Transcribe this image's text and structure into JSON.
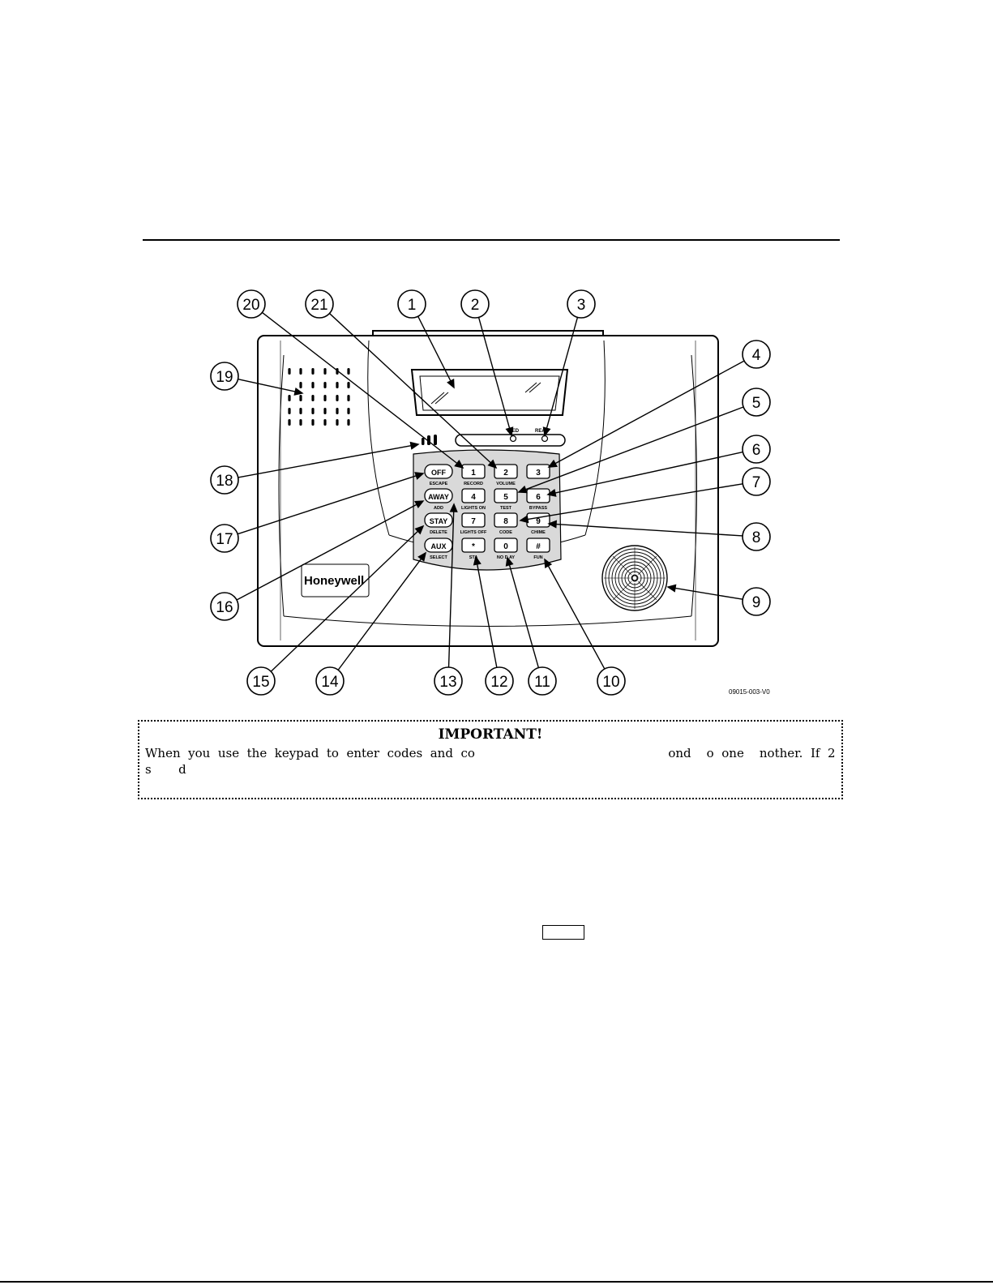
{
  "figure_id": "09015-003-V0",
  "callouts": [
    "1",
    "2",
    "3",
    "4",
    "5",
    "6",
    "7",
    "8",
    "9",
    "10",
    "11",
    "12",
    "13",
    "14",
    "15",
    "16",
    "17",
    "18",
    "19",
    "20",
    "21"
  ],
  "keypad": {
    "function_keys": [
      {
        "key": "OFF",
        "sub": "ESCAPE"
      },
      {
        "key": "AWAY",
        "sub": "ADD"
      },
      {
        "key": "STAY",
        "sub": "DELETE"
      },
      {
        "key": "AUX",
        "sub": "SELECT"
      }
    ],
    "number_keys": [
      {
        "key": "1",
        "sub": "RECORD"
      },
      {
        "key": "2",
        "sub": "VOLUME"
      },
      {
        "key": "3",
        "sub": ""
      },
      {
        "key": "4",
        "sub": "LIGHTS ON"
      },
      {
        "key": "5",
        "sub": "TEST"
      },
      {
        "key": "6",
        "sub": "BYPASS"
      },
      {
        "key": "7",
        "sub": "LIGHTS OFF"
      },
      {
        "key": "8",
        "sub": "CODE"
      },
      {
        "key": "9",
        "sub": "CHIME"
      },
      {
        "key": "*",
        "sub": "STA"
      },
      {
        "key": "0",
        "sub": "NO D  AY"
      },
      {
        "key": "#",
        "sub": "FUN"
      }
    ],
    "indicator_labels": [
      "A  ED",
      "REA"
    ]
  },
  "brand": "Honeywell",
  "important": {
    "title": "IMPORTANT!",
    "line1": "When  you  use  the  keypad  to  enter  codes  and  co                                                  ond    o  one    nother.  If  2",
    "line2": "s       d"
  }
}
